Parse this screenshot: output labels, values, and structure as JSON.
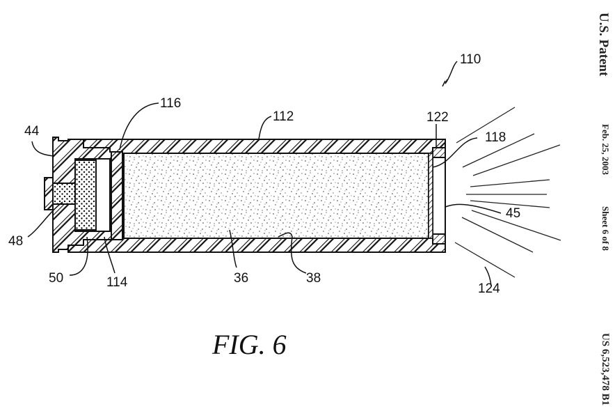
{
  "header": {
    "title": "U.S. Patent",
    "date": "Feb. 25, 2003",
    "sheet": "Sheet 6 of 8",
    "patent_number": "US 6,523,478 B1"
  },
  "figure": {
    "caption": "FIG. 6",
    "labels": {
      "l110": "110",
      "l112": "112",
      "l116": "116",
      "l122": "122",
      "l118": "118",
      "l44": "44",
      "l48": "48",
      "l45": "45",
      "l50": "50",
      "l114": "114",
      "l36": "36",
      "l38": "38",
      "l124": "124"
    }
  }
}
